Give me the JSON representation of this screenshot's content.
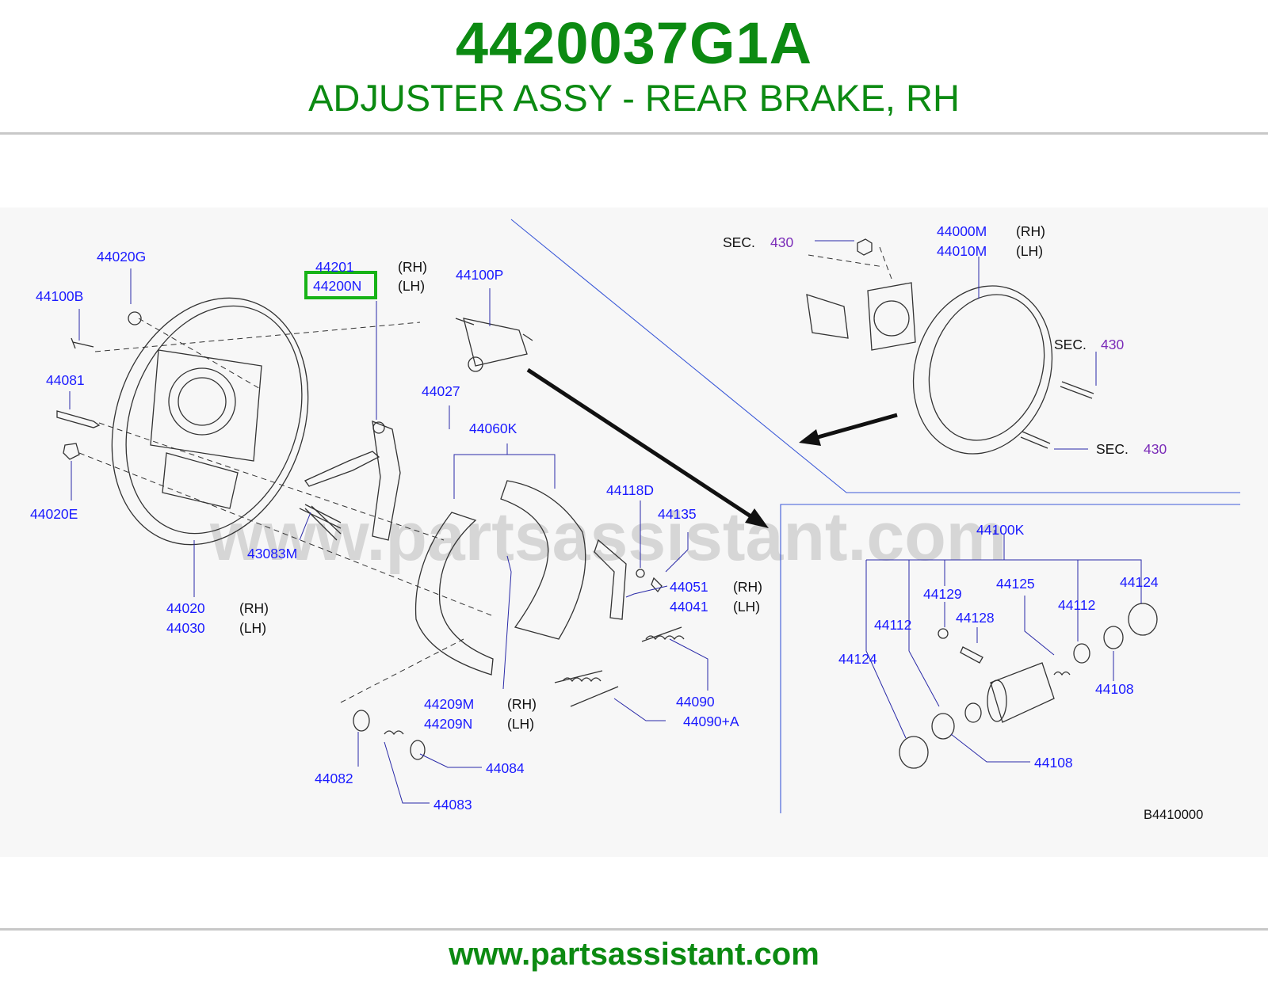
{
  "header": {
    "part_number": "4420037G1A",
    "part_name": "ADJUSTER ASSY - REAR BRAKE, RH"
  },
  "footer": {
    "url": "www.partsassistant.com"
  },
  "diagram": {
    "watermark": "www.partsassistant.com",
    "reference_code": "B4410000",
    "highlight_color": "#17b317",
    "sec_label": "SEC.",
    "labels": {
      "p44020G": "44020G",
      "p44100B": "44100B",
      "p44081": "44081",
      "p44020E": "44020E",
      "p44201": "44201",
      "p44200N": "44200N",
      "p44100P": "44100P",
      "p44027": "44027",
      "p44060K": "44060K",
      "p43083M": "43083M",
      "p44020": "44020",
      "p44030": "44030",
      "p44118D": "44118D",
      "p44135": "44135",
      "p44051": "44051",
      "p44041": "44041",
      "p44209M": "44209M",
      "p44209N": "44209N",
      "p44090": "44090",
      "p44090A": "44090+A",
      "p44082": "44082",
      "p44084": "44084",
      "p44083": "44083",
      "p44000M": "44000M",
      "p44010M": "44010M",
      "p44100K": "44100K",
      "p44129": "44129",
      "p44125": "44125",
      "p44124a": "44124",
      "p44112a": "44112",
      "p44112b": "44112",
      "p44128": "44128",
      "p44124b": "44124",
      "p44108a": "44108",
      "p44108b": "44108"
    },
    "sides": {
      "rh": "(RH)",
      "lh": "(LH)"
    },
    "sec_refs": {
      "s1": "430",
      "s2": "430",
      "s3": "430"
    }
  }
}
